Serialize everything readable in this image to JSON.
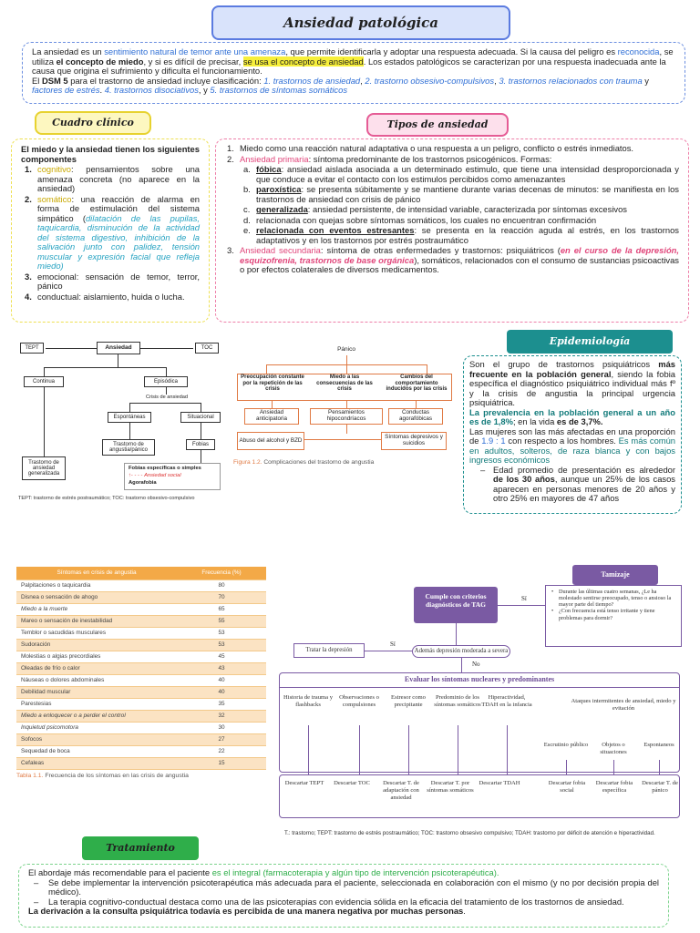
{
  "title": "Ansiedad patológica",
  "intro": {
    "p1": "La ansiedad es un ",
    "p1_blue": "sentimiento natural de temor ante una amenaza",
    "p2": ", que permite identificarla y adoptar una respuesta adecuada. Si la causa del peligro es ",
    "p2_blue": "reconocida",
    "p3": ", se utiliza ",
    "p3_b": "el concepto de miedo",
    "p4": ", y si es difícil de precisar, ",
    "p4_hl": "se usa el concepto de ansiedad",
    "p5": ". Los estados patológicos se caracterizan por una respuesta inadecuada ante la causa que origina el sufrimiento y dificulta el funcionamiento.",
    "p6": "El ",
    "p6_b": "DSM 5",
    "p7": " para el trastorno de ansiedad incluye clasificación: ",
    "cl1": "1. trastornos de ansiedad",
    "cl2": "2. trastorno obsesivo-compulsivos",
    "cl3": "3. trastornos relacionados con trauma",
    "cl4": "factores de estrés",
    "cl5": "4. trastornos disociativos",
    "cl6": "5. trastornos de síntomas somáticos"
  },
  "cuadro": {
    "title": "Cuadro clínico",
    "lead": "El miedo y la ansiedad tienen los siguientes componentes",
    "items": [
      {
        "n": "1.",
        "k": "cognitivo",
        "t": ": pensamientos sobre una amenaza concreta (no aparece en la ansiedad)"
      },
      {
        "n": "2.",
        "k": "somático",
        "t": ": una reacción de alarma en forma de estimulación del sistema simpático (",
        "ti": "dilatación de las pupilas, taquicardia, disminución de la actividad del sistema digestivo, inhibición de la salivación junto con palidez, tensión muscular y expresión facial que refleja miedo)"
      },
      {
        "n": "3.",
        "k": "",
        "t": "emocional: sensación de temor, terror, pánico"
      },
      {
        "n": "4.",
        "k": "",
        "t": "conductual: aislamiento, huida o lucha."
      }
    ]
  },
  "tipos": {
    "title": "Tipos de ansiedad",
    "i1": "Miedo como una reacción natural adaptativa o una respuesta a un peligro, conflicto o estrés inmediatos.",
    "i2_k": "Ansiedad primaria",
    "i2_t": ": síntoma predominante de los trastornos psicogénicos. Formas:",
    "sub": [
      {
        "n": "a.",
        "k": "fóbica",
        "t": ": ansiedad aislada asociada a un determinado estimulo, que tiene una intensidad desproporcionada y que conduce a evitar el contacto con los estimulos percibidos como amenazantes"
      },
      {
        "n": "b.",
        "k": "paroxística",
        "t": ": se presenta súbitamente y se mantiene durante varias decenas de minutos: se manifiesta en los trastornos de ansiedad con crisis de pánico"
      },
      {
        "n": "c.",
        "k": "generalizada",
        "t": ": ansiedad persistente, de intensidad variable, caracterizada por síntomas excesivos"
      },
      {
        "n": "d.",
        "k": "",
        "t": "relacionada con quejas sobre síntomas somáticos, los cuales no encuentran confirmación"
      },
      {
        "n": "e.",
        "k": "relacionada con eventos estresantes",
        "t": ": se presenta en la reacción aguda al estrés, en los trastornos adaptativos y en los trastornos por estrés postraumático"
      }
    ],
    "i3_k": "Ansiedad secundaria",
    "i3_t": ": síntoma de otras enfermedades y trastornos: psiquiátricos (",
    "i3_i": "en el curso de la depresión, esquizofrenia, trastornos de base orgánica",
    "i3_t2": "), somáticos, relacionados con el consumo de sustancias psicoactivas o por efectos colaterales de diversos medicamentos."
  },
  "diag1": {
    "tept": "TEPT",
    "ansiedad": "Ansiedad",
    "toc": "TOC",
    "continua": "Continua",
    "episodica": "Episódica",
    "crisis": "Crisis de ansiedad",
    "espontaneas": "Espontáneas",
    "situacional": "Situacional",
    "trastorno_gen": "Trastorno de ansiedad generalizada",
    "angustia": "Trastorno de angustia/pánico",
    "fobias": "Fobias",
    "fobias_esp": "Fobias específicas o simples",
    "social": "Ansiedad social",
    "agora": "Agorafobia",
    "foot": "TEPT: trastorno de estrés postraumático; TOC: trastorno obsesivo-compulsivo"
  },
  "diag2": {
    "panico": "Pánico",
    "c1": "Preocupación constante por la repetición de las crisis",
    "c2": "Miedo a las consecuencias de las crisis",
    "c3": "Cambios del comportamiento inducidos por las crisis",
    "r1": "Ansiedad anticipatoria",
    "r2": "Pensamientos hipocondríacos",
    "r3": "Conductas agorafóbicas",
    "r4": "Abuso del alcohol y BZD",
    "r5": "Síntomas depresivos y suicidios",
    "caption_b": "Figura 1.2.",
    "caption": " Complicaciones del trastorno de angustia"
  },
  "epi": {
    "title": "Epidemiología",
    "p1": "Son el grupo de trastornos psiquiátricos ",
    "p1_b": "más frecuente en la población general",
    "p2": ", siendo la fobia específica el diagnóstico psiquiátrico individual más fº y la crisis de angustia la principal urgencia psiquiátrica.",
    "p3_t": "La prevalencia en la población general a un año es de 1,8%",
    "p3": "; en la vida ",
    "p3_b": "es de 3,7%.",
    "p4": "Las mujeres son las más afectadas en una proporción de ",
    "p4_c": "1.9 : 1",
    "p4b": " con respecto a los hombres. ",
    "p4_t": "Es más común en adultos, solteros, de raza blanca y con bajos ingresos económicos",
    "d": "Edad promedio de presentación es alrededor ",
    "d_b": "de los 30 años",
    "d2": ", aunque un 25% de los casos aparecen en personas menores de 20 años y otro 25% en mayores de 47 años"
  },
  "table": {
    "h1": "Síntomas en crisis de angustia",
    "h2": "Frecuencia (%)",
    "rows": [
      [
        "Palpitaciones o taquicardia",
        "80"
      ],
      [
        "Disnea o sensación de ahogo",
        "70"
      ],
      [
        "Miedo a la muerte",
        "65"
      ],
      [
        "Mareo o sensación de inestabilidad",
        "55"
      ],
      [
        "Temblor o sacudidas musculares",
        "53"
      ],
      [
        "Sudoración",
        "53"
      ],
      [
        "Molestias o algias precordiales",
        "45"
      ],
      [
        "Oleadas de frío o calor",
        "43"
      ],
      [
        "Náuseas o dolores abdominales",
        "40"
      ],
      [
        "Debilidad muscular",
        "40"
      ],
      [
        "Parestesias",
        "35"
      ],
      [
        "Miedo a enloquecer o a perder el control",
        "32"
      ],
      [
        "Inquietud psicomotora",
        "30"
      ],
      [
        "Sofocos",
        "27"
      ],
      [
        "Sequedad de boca",
        "22"
      ],
      [
        "Cefaleas",
        "15"
      ]
    ],
    "caption_b": "Tabla 1.1.",
    "caption": " Frecuencia de los síntomas en las crisis de angustia"
  },
  "flow": {
    "tamizaje": "Tamizaje",
    "cumple": "Cumple con criterios diagnósticos de TAG",
    "si1": "Sí",
    "q1": "Durante las últimas cuatro semanas, ¿Le ha molestado sentirse preocupado, tenso o ansioso la mayor parte del tiempo?",
    "q2": "¿Con frecuencia está tenso irritante y tiene problemas para dormir?",
    "tratar": "Tratar la depresión",
    "si2": "Sí",
    "ademas": "Además depresión moderada a severa",
    "no": "No",
    "evaluar": "Evaluar los síntomas nucleares y predominantes",
    "cols": [
      "Historia de trauma y flashbacks",
      "Observaciones o compulsiones",
      "Estresor como precipitante",
      "Predominio de los síntomas somáticos",
      "Hiperactividad, TDAH en la infancia",
      "Ataques intermitentes de ansiedad, miedo y evitación"
    ],
    "sub": [
      "Escrutinio público",
      "Objetos o situaciones",
      "Espontaneos"
    ],
    "desc": [
      "Descartar TEPT",
      "Descartar TOC",
      "Descartar T. de adaptación con ansiedad",
      "Descartar T. por síntomas somáticos",
      "Descartar TDAH",
      "Descartar fobia social",
      "Descartar fobia específica",
      "Descartar T. de pánico"
    ],
    "foot": "T.: trastorno; TEPT: trastorno de estrés postraumático; TOC: trastorno obsesivo compulsivo; TDAH: trastorno por déficit de atención e hiperactividad."
  },
  "trat": {
    "title": "Tratamiento",
    "p1": "El abordaje más recomendable para el paciente ",
    "p1_g": "es el integral (farmacoterapia y algún tipo de intervención psicoterapéutica).",
    "b1": "Se debe implementar la intervención psicoterapéutica más adecuada para el paciente, seleccionada en colaboración con el mismo (y no por decisión propia del médico).",
    "b2": "La terapia cognitivo-conductual destaca como una de las psicoterapias con evidencia sólida en la eficacia del tratamiento de los trastornos de ansiedad.",
    "last": "La derivación a la consulta psiquiátrica todavía es percibida de una manera negativa por muchas personas",
    "last_end": "."
  },
  "colors": {
    "blue": "#2f6fd6",
    "pink": "#e0457a",
    "teal": "#117a7a",
    "green": "#2fae4a",
    "purple": "#7a5aa3",
    "orange": "#f3a947"
  }
}
